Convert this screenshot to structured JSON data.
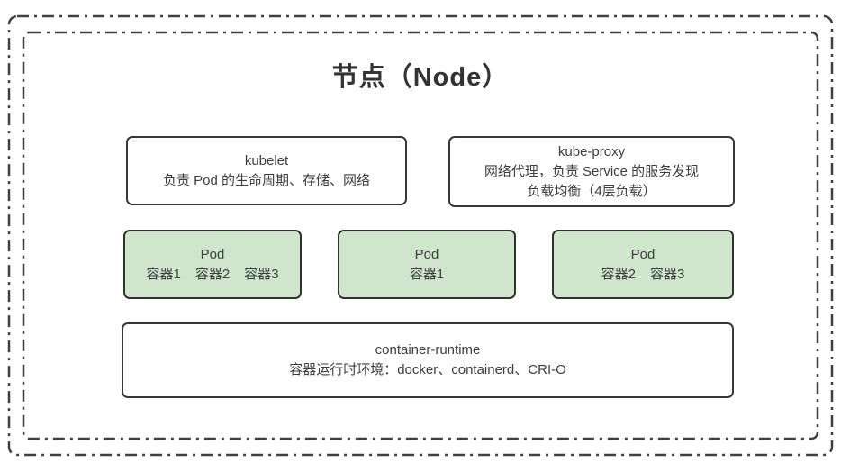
{
  "node": {
    "title": "节点（Node）"
  },
  "kubelet": {
    "name": "kubelet",
    "desc": "负责 Pod 的生命周期、存储、网络"
  },
  "kube_proxy": {
    "name": "kube-proxy",
    "desc1": "网络代理，负责 Service 的服务发现",
    "desc2": "负载均衡（4层负载）"
  },
  "pods": [
    {
      "name": "Pod",
      "containers": [
        "容器1",
        "容器2",
        "容器3"
      ]
    },
    {
      "name": "Pod",
      "containers": [
        "容器1"
      ]
    },
    {
      "name": "Pod",
      "containers": [
        "容器2",
        "容器3"
      ]
    }
  ],
  "container_runtime": {
    "name": "container-runtime",
    "desc": "容器运行时环境：docker、containerd、CRI-O"
  },
  "colors": {
    "background": "#ffffff",
    "dash_border": "#404040",
    "box_border": "#383838",
    "pod_fill": "#cfe6cd",
    "pod_border": "#2d352d",
    "text": "#3d3d3d"
  }
}
